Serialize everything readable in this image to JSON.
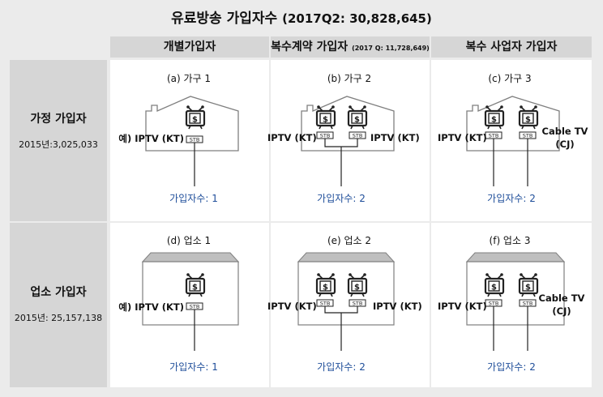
{
  "title": {
    "main": "유료방송 가입자수",
    "sub": "(2017Q2: 30,828,645)"
  },
  "columns": [
    {
      "label": "개별가입자",
      "note": ""
    },
    {
      "label": "복수계약 가입자",
      "note": "(2017 Q: 11,728,649)"
    },
    {
      "label": "복수 사업자 가입자",
      "note": ""
    }
  ],
  "rows": [
    {
      "label": "가정 가입자",
      "stat": "2015년:3,025,033"
    },
    {
      "label": "업소 가입자",
      "stat": "2015년: 25,157,138"
    }
  ],
  "cells": {
    "a": {
      "caption": "(a) 가구 1",
      "count": "가입자수: 1",
      "left": "예) IPTV (KT)"
    },
    "b": {
      "caption": "(b) 가구 2",
      "count": "가입자수: 2",
      "left": "IPTV (KT)",
      "right": "IPTV (KT)"
    },
    "c": {
      "caption": "(c) 가구 3",
      "count": "가입자수: 2",
      "left": "IPTV (KT)",
      "right1": "Cable TV",
      "right2": "(CJ)"
    },
    "d": {
      "caption": "(d) 업소 1",
      "count": "가입자수: 1",
      "left": "예) IPTV (KT)"
    },
    "e": {
      "caption": "(e) 업소 2",
      "count": "가입자수: 2",
      "left": "IPTV (KT)",
      "right": "IPTV (KT)"
    },
    "f": {
      "caption": "(f) 업소 3",
      "count": "가입자수: 2",
      "left": "IPTV (KT)",
      "right1": "Cable TV",
      "right2": "(CJ)"
    }
  },
  "stb_label": "STB",
  "tv_symbol": "$",
  "icons": [
    "house-icon",
    "building-icon",
    "tv-icon",
    "stb-icon"
  ],
  "colors": {
    "count_text": "#1f4e9a",
    "header_bg": "#d6d6d6",
    "page_bg": "#ebebeb"
  }
}
